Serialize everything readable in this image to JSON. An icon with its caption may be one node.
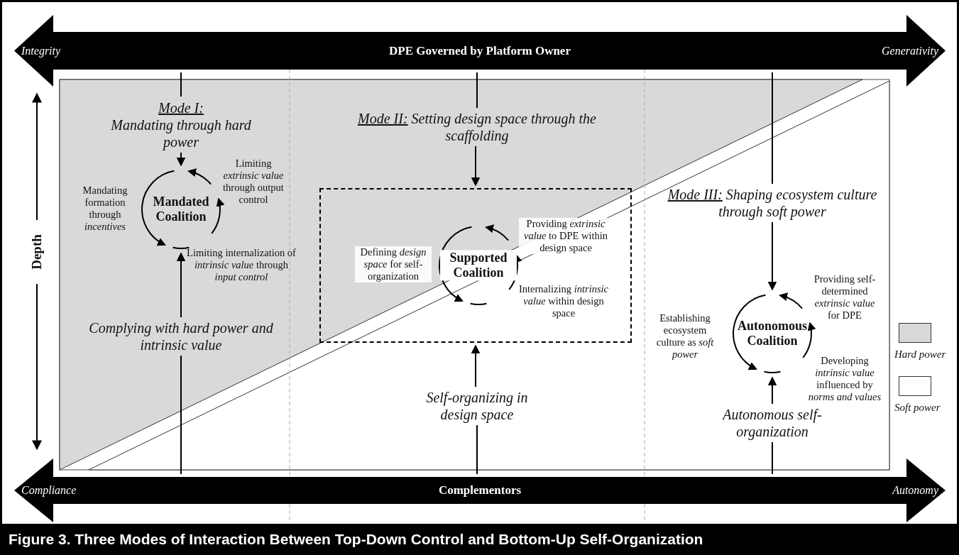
{
  "diagram": {
    "caption": "Figure 3. Three Modes of Interaction Between Top-Down Control and Bottom-Up Self-Organization",
    "nodes": [
      {
        "text": [
          "Integrity",
          "DPE Governed by Platform Owner",
          "Generativity"
        ]
      },
      {
        "text": [
          "Mode I:",
          "Mandating through hard power"
        ]
      },
      {
        "text": [
          "Mandated Coalition"
        ],
        "beside": [
          "Mandating formation through *incentives*",
          "Limiting *extrinsic value* through output control",
          "Limiting internalization of *intrinsic value* through *input control*"
        ]
      },
      {
        "text": [
          "Complying with hard power and intrinsic value"
        ]
      },
      {
        "text": [
          "Mode II:",
          "Setting design space through the scaffolding"
        ]
      },
      {
        "text": [],
        "shape": "box"
      },
      {
        "text": [
          "Supported Coalition"
        ],
        "in": 5,
        "beside": [
          "Defining *design space* for self-organization",
          "Providing *extrinsic value* to DPE within design space",
          "Internalizing *intrinsic value* within design space"
        ]
      },
      {
        "text": [
          "Self-organizing in design space"
        ]
      },
      {
        "text": [
          "Mode III:",
          "Shaping ecosystem culture through soft power"
        ]
      },
      {
        "text": [
          "Autonomous Coalition"
        ],
        "beside": [
          "Establishing ecosystem culture as *soft power*",
          "Providing self-determined *extrinsic value* for DPE",
          "Developing *intrinsic value* influenced by *norms and values*"
        ]
      },
      {
        "text": [
          "Autonomous self-organization"
        ]
      },
      {
        "text": [
          "Compliance",
          "Complementors",
          "Autonomy"
        ]
      }
    ],
    "edges": [
      {
        "from": 0,
        "to": 1,
        "arrow": "none"
      },
      {
        "from": 1,
        "to": 2,
        "arrow": "to"
      },
      {
        "from": 11,
        "to": 3,
        "arrow": "none"
      },
      {
        "from": 3,
        "to": 2,
        "arrow": "to"
      },
      {
        "from": 0,
        "to": 4,
        "arrow": "none"
      },
      {
        "from": 4,
        "to": 5,
        "arrow": "to"
      },
      {
        "from": 11,
        "to": 7,
        "arrow": "none"
      },
      {
        "from": 7,
        "to": 5,
        "arrow": "to"
      },
      {
        "from": 0,
        "to": 8,
        "arrow": "none"
      },
      {
        "from": 8,
        "to": 9,
        "arrow": "to"
      },
      {
        "from": 11,
        "to": 10,
        "arrow": "none"
      },
      {
        "from": 10,
        "to": 9,
        "arrow": "to"
      }
    ],
    "labels": [
      "Depth"
    ],
    "legend": [
      {
        "text": "Hard power",
        "color": "#d9d9d9"
      },
      {
        "text": "Soft power",
        "color": "#ffffff"
      }
    ]
  }
}
